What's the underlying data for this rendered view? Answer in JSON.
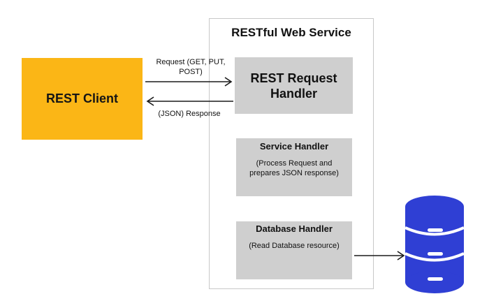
{
  "service": {
    "title": "RESTful Web Service"
  },
  "client": {
    "label": "REST Client"
  },
  "rest_handler": {
    "label": "REST Request Handler"
  },
  "service_handler": {
    "title": "Service Handler",
    "description": "(Process Request and prepares JSON response)"
  },
  "database_handler": {
    "title": "Database Handler",
    "description": "(Read Database resource)"
  },
  "arrows": {
    "request_label": "Request (GET, PUT, POST)",
    "response_label": "(JSON) Response"
  },
  "icons": {
    "database": "database-icon"
  },
  "colors": {
    "client": "#fbb616",
    "handler_box": "#cfcfcf",
    "database": "#2f3fd4",
    "arrow": "#1a1a1a"
  }
}
